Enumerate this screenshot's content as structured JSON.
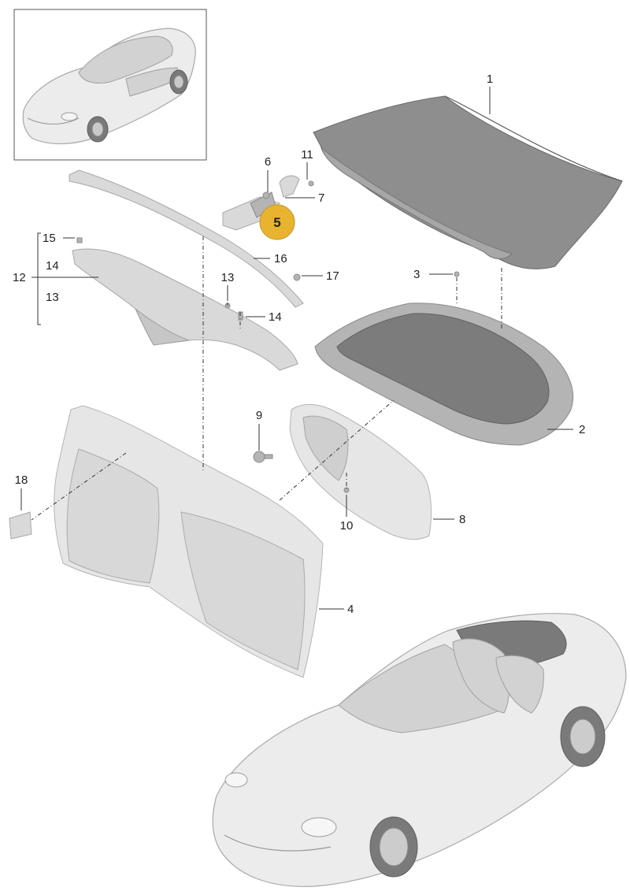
{
  "highlight_color": "#E8B430",
  "highlight_text_color": "#ffffff",
  "callouts": {
    "c1": "1",
    "c2": "2",
    "c3": "3",
    "c4": "4",
    "c5": "5",
    "c6": "6",
    "c7": "7",
    "c8": "8",
    "c9": "9",
    "c10": "10",
    "c11": "11",
    "c12": "12",
    "c13a": "13",
    "c13b": "13",
    "c14a": "14",
    "c14b": "14",
    "c15": "15",
    "c16": "16",
    "c17": "17",
    "c18": "18"
  }
}
